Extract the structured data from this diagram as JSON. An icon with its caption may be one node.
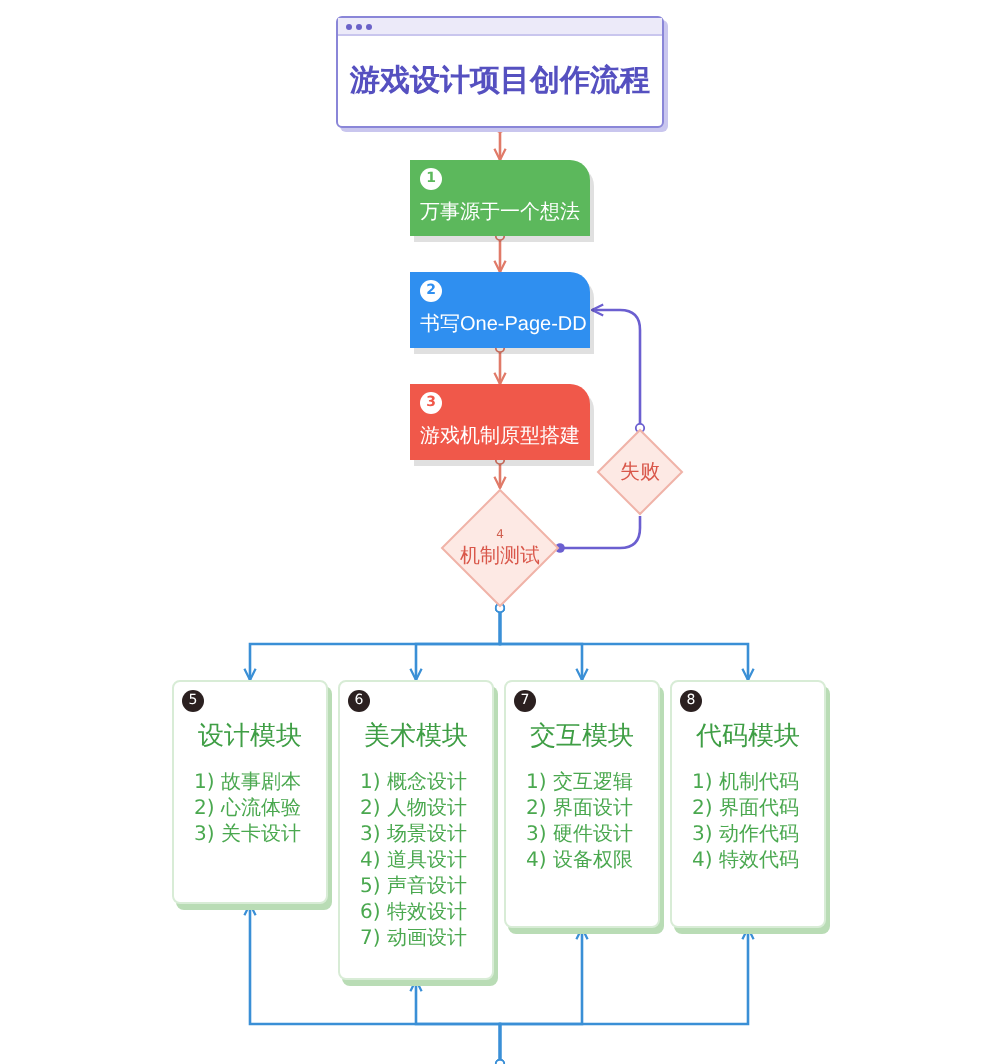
{
  "diagram": {
    "nodes": [
      {
        "text": [
          "游戏设计项目创作流程"
        ]
      },
      {
        "text": [
          "1",
          "万事源于一个想法"
        ]
      },
      {
        "text": [
          "2",
          "书写One-Page-DD"
        ]
      },
      {
        "text": [
          "3",
          "游戏机制原型搭建"
        ]
      },
      {
        "text": [
          "4",
          "机制测试"
        ]
      },
      {
        "text": [
          "失败"
        ]
      },
      {
        "text": [
          "5",
          "设计模块",
          "1) 故事剧本",
          "2) 心流体验",
          "3) 关卡设计"
        ]
      },
      {
        "text": [
          "6",
          "美术模块",
          "1) 概念设计",
          "2) 人物设计",
          "3) 场景设计",
          "4) 道具设计",
          "5) 声音设计",
          "6) 特效设计",
          "7) 动画设计"
        ]
      },
      {
        "text": [
          "7",
          "交互模块",
          "1) 交互逻辑",
          "2) 界面设计",
          "3) 硬件设计",
          "4) 设备权限"
        ]
      },
      {
        "text": [
          "8",
          "代码模块",
          "1) 机制代码",
          "2) 界面代码",
          "3) 动作代码",
          "4) 特效代码"
        ]
      }
    ],
    "edges": [
      {
        "from": 0,
        "to": 1,
        "arrow": "to",
        "color": "#e07a68"
      },
      {
        "from": 1,
        "to": 2,
        "arrow": "to",
        "color": "#e07a68"
      },
      {
        "from": 2,
        "to": 3,
        "arrow": "to",
        "color": "#e07a68"
      },
      {
        "from": 3,
        "to": 4,
        "arrow": "to",
        "color": "#e07a68"
      },
      {
        "from": 4,
        "to": 5,
        "arrow": "other",
        "color": "#6b5fd0"
      },
      {
        "from": 5,
        "to": 2,
        "arrow": "to",
        "color": "#6b5fd0"
      },
      {
        "from": 4,
        "to": 6,
        "arrow": "to"
      },
      {
        "from": 4,
        "to": 7,
        "arrow": "to"
      },
      {
        "from": 4,
        "to": 8,
        "arrow": "to"
      },
      {
        "from": 4,
        "to": 9,
        "arrow": "to"
      },
      {
        "from": null,
        "to": 6,
        "arrow": "to"
      },
      {
        "from": null,
        "to": 7,
        "arrow": "to"
      },
      {
        "from": null,
        "to": 8,
        "arrow": "to"
      },
      {
        "from": null,
        "to": 9,
        "arrow": "to"
      }
    ]
  }
}
